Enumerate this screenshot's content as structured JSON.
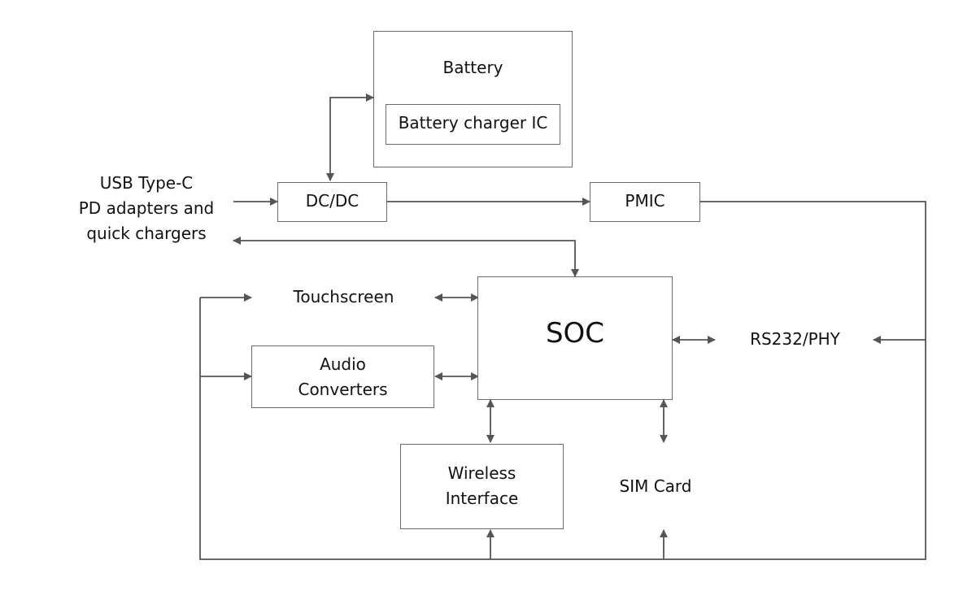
{
  "diagram": {
    "battery": "Battery",
    "battery_charger_ic": "Battery charger IC",
    "usb_input": "USB Type-C\nPD adapters and\nquick chargers",
    "dcdc": "DC/DC",
    "pmic": "PMIC",
    "touchscreen": "Touchscreen",
    "soc": "SOC",
    "rs232": "RS232/PHY",
    "audio": "Audio\nConverters",
    "wireless": "Wireless\nInterface",
    "sim": "SIM Card"
  },
  "colors": {
    "line": "#555555",
    "box_border": "#6b6b6b",
    "text": "#111111"
  }
}
